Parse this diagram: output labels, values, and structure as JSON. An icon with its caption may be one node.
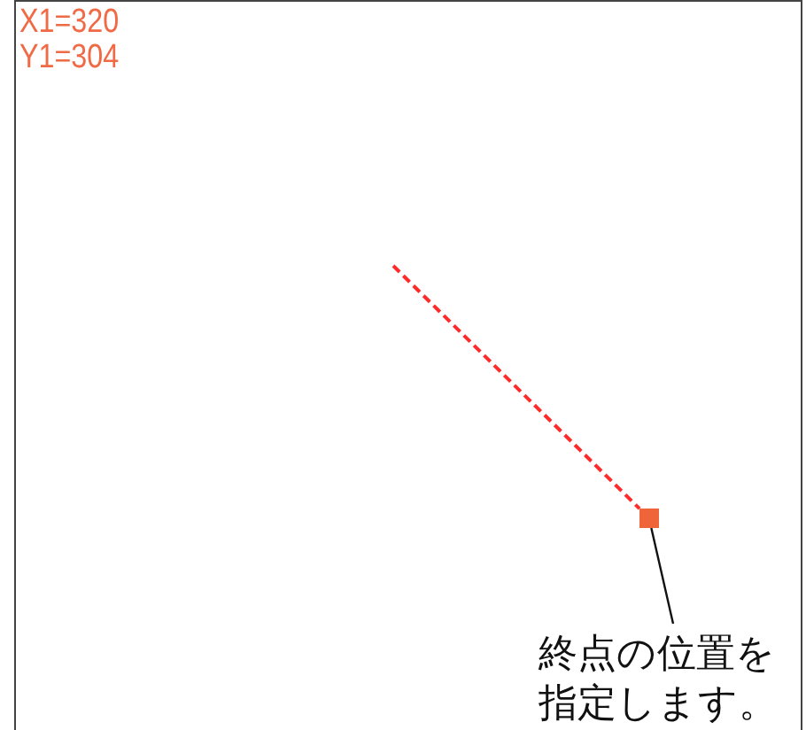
{
  "diagram": {
    "nodes": [
      {
        "text": [],
        "shape": "box"
      },
      {
        "text": [
          "終点の位置を指定します。"
        ]
      }
    ],
    "edges": [
      {
        "from": null,
        "to": 0,
        "arrow": "none",
        "style": "dashed",
        "color": "#ff2a2a"
      },
      {
        "from": 1,
        "to": 0,
        "arrow": "none",
        "color": "#111111"
      }
    ],
    "labels": [
      "X1=320",
      "Y1=304"
    ]
  }
}
